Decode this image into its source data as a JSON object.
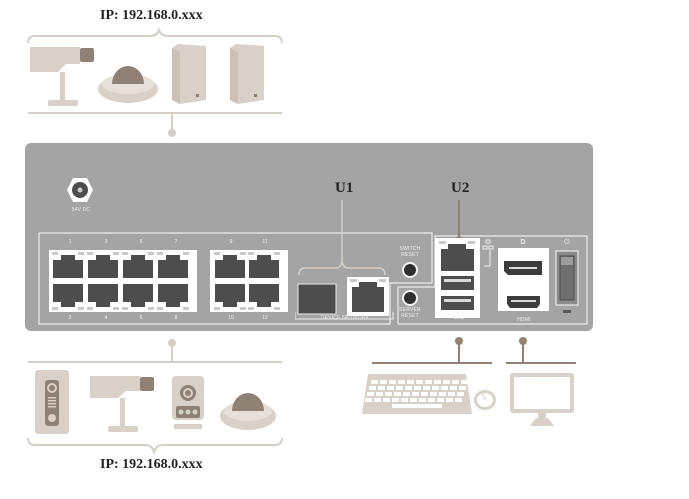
{
  "top_group": {
    "ip_label": "IP: 192.168.0.xxx",
    "devices": [
      "bullet-camera",
      "dome-camera",
      "speaker",
      "speaker"
    ]
  },
  "bottom_group": {
    "ip_label": "IP: 192.168.0.xxx",
    "devices": [
      "door-station",
      "bullet-camera",
      "cube-camera",
      "dome-camera"
    ]
  },
  "panel": {
    "power_in_label": "54V DC",
    "u1_label": "U1",
    "u2_label": "U2",
    "port_numbers_top": [
      "1",
      "3",
      "5",
      "7",
      "9",
      "11"
    ],
    "port_numbers_bottom": [
      "2",
      "4",
      "6",
      "8",
      "10",
      "12"
    ],
    "device_network_label": "DEVICE NETWORK",
    "switch_reset_label": [
      "SWITCH",
      "RESET"
    ],
    "server_reset_label": [
      "SERVER",
      "RESET"
    ],
    "hdmi_label": "HDMI",
    "usb_symbol": "⭠⭢",
    "displayport_symbol": "D",
    "power_symbol": "⏻"
  },
  "peripherals": [
    "keyboard",
    "mouse",
    "monitor"
  ],
  "colors": {
    "panel": "#a4a4a4",
    "port_dark": "#4d4d4d",
    "device_beige": "#d9d0c7",
    "device_dark": "#8f8274",
    "connector_line": "#d7cfc6",
    "u2_line": "#8f8274"
  }
}
